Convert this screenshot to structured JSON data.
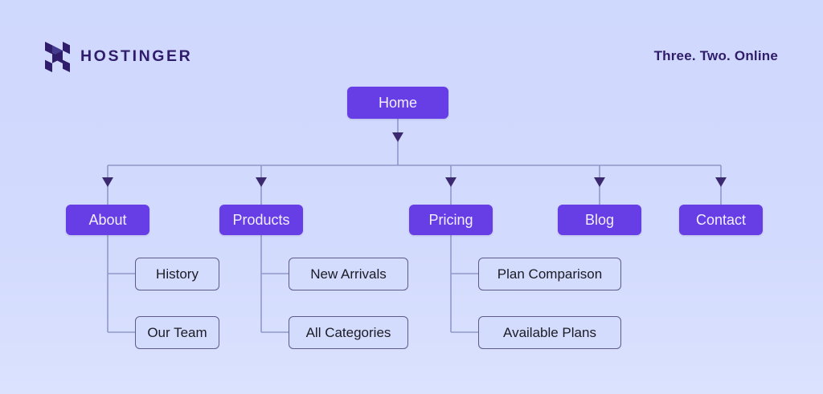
{
  "brand": {
    "logo_icon": "hostinger-h-logo-icon",
    "name": "HOSTINGER",
    "tagline": "Three. Two. Online"
  },
  "colors": {
    "page_background": "#cfd8fd",
    "primary_node": "#673de6",
    "primary_node_text": "#f2f0fe",
    "leaf_node_text": "#1b1b25",
    "leaf_node_border": "#5f5a8c",
    "connector": "#9098c9",
    "arrow": "#3c2a70",
    "brand_text": "#2f1c6a"
  },
  "diagram": {
    "type": "sitemap-tree",
    "root": {
      "label": "Home"
    },
    "sections": [
      {
        "label": "About",
        "children": [
          {
            "label": "History"
          },
          {
            "label": "Our Team"
          }
        ]
      },
      {
        "label": "Products",
        "children": [
          {
            "label": "New Arrivals"
          },
          {
            "label": "All Categories"
          }
        ]
      },
      {
        "label": "Pricing",
        "children": [
          {
            "label": "Plan Comparison"
          },
          {
            "label": "Available Plans"
          }
        ]
      },
      {
        "label": "Blog",
        "children": []
      },
      {
        "label": "Contact",
        "children": []
      }
    ]
  }
}
